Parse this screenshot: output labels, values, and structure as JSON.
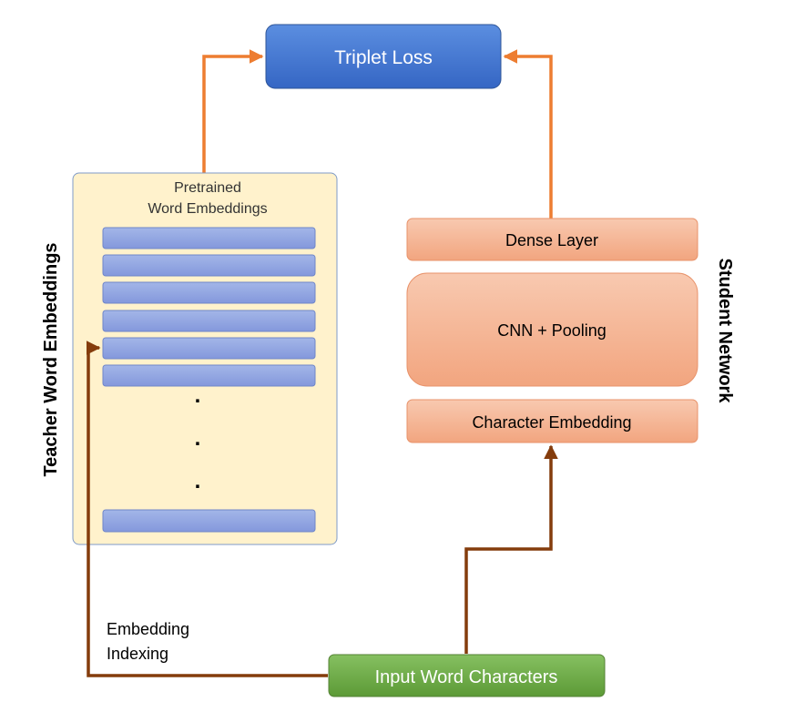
{
  "triplet_loss": {
    "label": "Triplet Loss"
  },
  "teacher": {
    "side_label": "Teacher Word Embeddings",
    "header_line1": "Pretrained",
    "header_line2": "Word Embeddings",
    "dot": "."
  },
  "student": {
    "side_label": "Student Network",
    "dense": "Dense Layer",
    "cnn": "CNN + Pooling",
    "char_embed": "Character Embedding"
  },
  "input": {
    "label": "Input Word Characters"
  },
  "indexing": {
    "line1": "Embedding",
    "line2": "Indexing"
  },
  "colors": {
    "blue_top": "#5b87d9",
    "blue_bottom": "#3a6cc9",
    "orange_arrow": "#ed7d31",
    "brown_arrow": "#843c0c",
    "teacher_fill": "#fff2cc",
    "green": "#70ad47",
    "salmon": "#f4b183"
  }
}
